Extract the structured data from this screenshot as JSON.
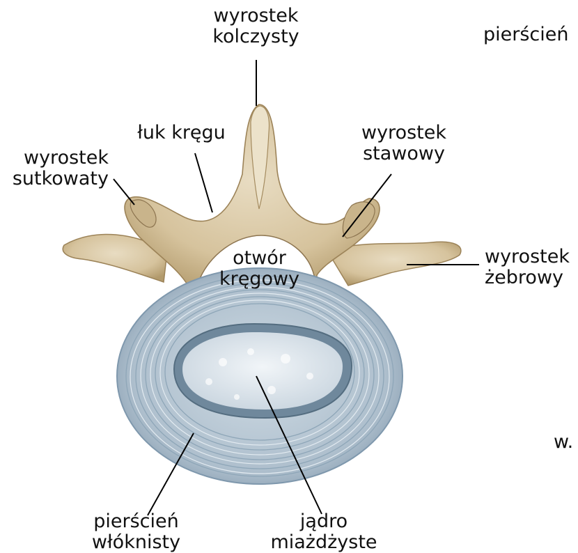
{
  "labels": {
    "spinous_process": {
      "line1": "wyrostek",
      "line2": "kolczysty"
    },
    "vertebral_arch": {
      "line1": "łuk kręgu"
    },
    "mastoid_process": {
      "line1": "wyrostek",
      "line2": "sutkowaty"
    },
    "articular_process": {
      "line1": "wyrostek",
      "line2": "stawowy"
    },
    "vertebral_foramen": {
      "line1": "otwór",
      "line2": "kręgowy"
    },
    "costal_process": {
      "line1": "wyrostek",
      "line2": "żebrowy"
    },
    "annulus_fibrosus": {
      "line1": "pierścień",
      "line2": "włóknisty"
    },
    "nucleus_pulposus": {
      "line1": "jądro",
      "line2": "miażdżyste"
    },
    "cut_right_top": {
      "line1": "pierścień"
    },
    "cut_right_mid": {
      "line1": "w."
    }
  },
  "colors": {
    "bone": "#d9c8a6",
    "bone_shadow": "#a88e62",
    "disc_outer": "#b8ccd9",
    "disc_ring": "#7f98ad",
    "nucleus": "#e3ebf2",
    "leader_line": "#000000",
    "label_text": "#111111"
  }
}
